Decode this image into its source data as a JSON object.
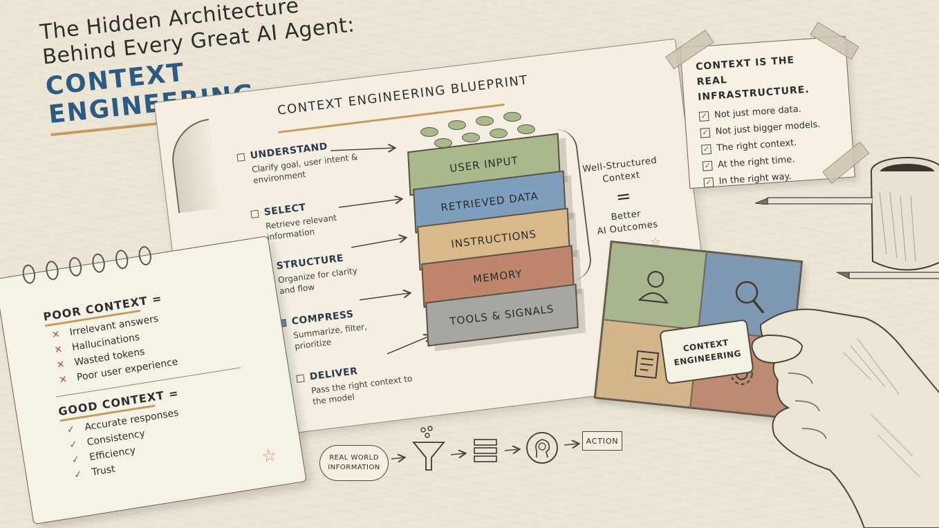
{
  "title": {
    "line1": "The Hidden Architecture",
    "line2": "Behind Every Great AI Agent:",
    "accent": "CONTEXT ENGINEERING."
  },
  "blueprint": {
    "title": "CONTEXT ENGINEERING BLUEPRINT",
    "steps": [
      {
        "label": "UNDERSTAND",
        "desc": "Clarify goal, user intent & environment"
      },
      {
        "label": "SELECT",
        "desc": "Retrieve relevant information"
      },
      {
        "label": "STRUCTURE",
        "desc": "Organize for clarity and flow"
      },
      {
        "label": "COMPRESS",
        "desc": "Summarize, filter, prioritize"
      },
      {
        "label": "DELIVER",
        "desc": "Pass the right context to the model"
      }
    ],
    "blocks": [
      {
        "label": "USER INPUT",
        "color": "#a9b98c"
      },
      {
        "label": "RETRIEVED DATA",
        "color": "#7f9dbd"
      },
      {
        "label": "INSTRUCTIONS",
        "color": "#d9b88a"
      },
      {
        "label": "MEMORY",
        "color": "#c0866d"
      },
      {
        "label": "TOOLS & SIGNALS",
        "color": "#a7a6a3"
      }
    ],
    "outcome": {
      "top_line1": "Well-Structured",
      "top_line2": "Context",
      "equals": "=",
      "bottom_line1": "Better",
      "bottom_line2": "AI Outcomes"
    }
  },
  "sticky": {
    "title_line1": "CONTEXT IS THE",
    "title_line2": "REAL INFRASTRUCTURE.",
    "items": [
      "Not just more data.",
      "Not just bigger models.",
      "The right context.",
      "At the right time.",
      "In the right way."
    ]
  },
  "notebook": {
    "poor_heading": "POOR CONTEXT =",
    "poor_items": [
      "Irrelevant answers",
      "Hallucinations",
      "Wasted tokens",
      "Poor user experience"
    ],
    "good_heading": "GOOD CONTEXT =",
    "good_items": [
      "Accurate responses",
      "Consistency",
      "Efficiency",
      "Trust"
    ]
  },
  "puzzle": {
    "center_line1": "CONTEXT",
    "center_line2": "ENGINEERING",
    "colors": [
      "#a8b68f",
      "#7f99b5",
      "#d3b68b",
      "#bd8a72"
    ]
  },
  "flow": {
    "start_line1": "REAL WORLD",
    "start_line2": "INFORMATION",
    "end": "ACTION"
  },
  "icons": {
    "check": "✓",
    "cross": "✕",
    "star": "☆"
  }
}
